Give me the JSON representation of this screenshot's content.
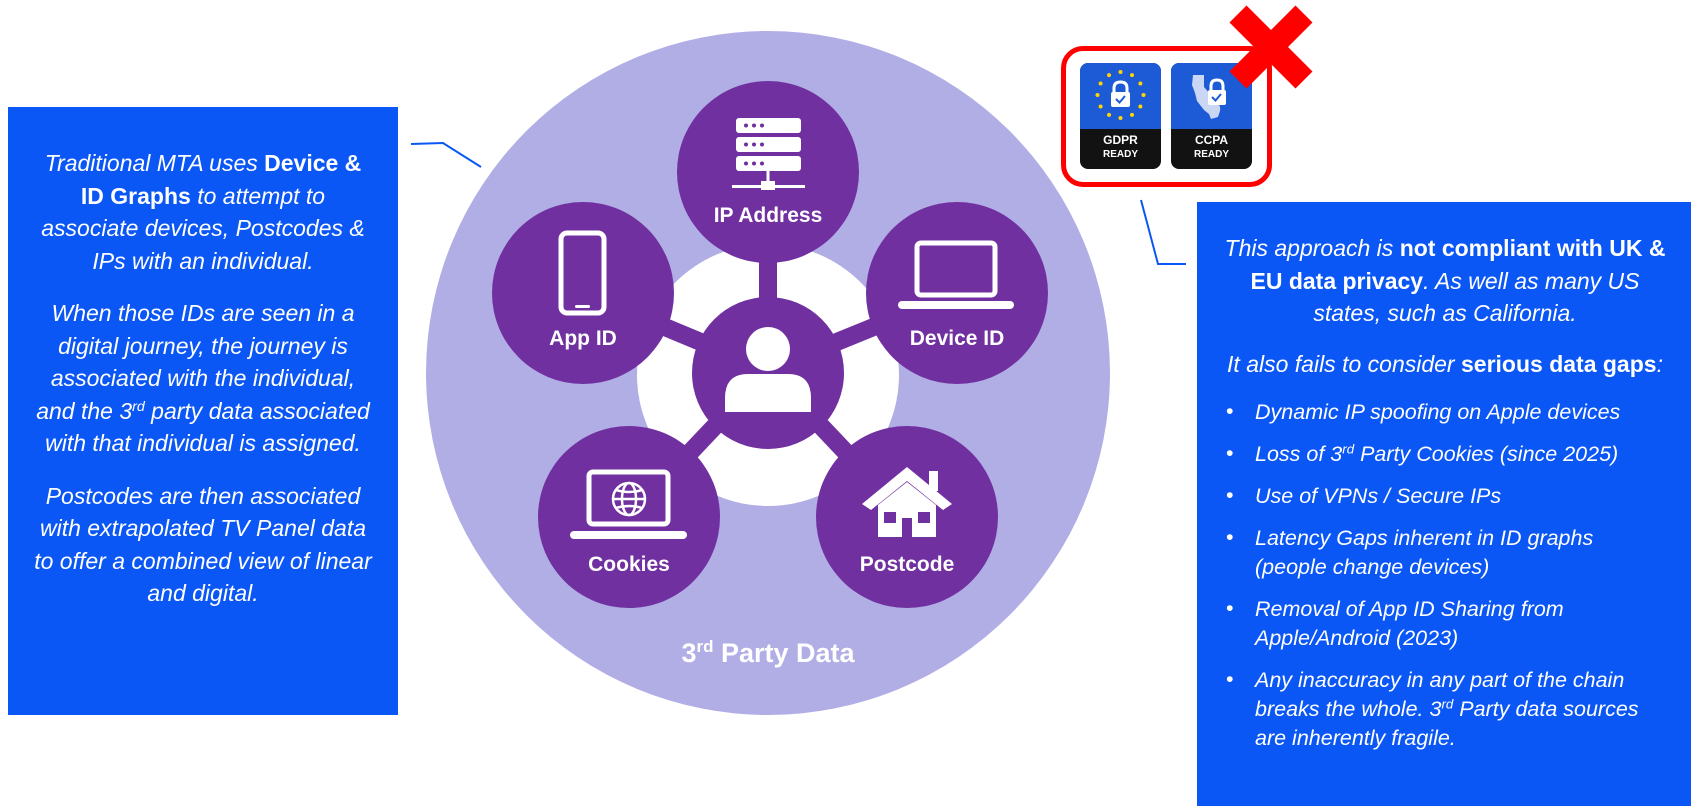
{
  "left_panel": {
    "p1": {
      "a": "Traditional MTA uses ",
      "b": "Device & ID Graphs",
      "c": " to attempt to associate devices, Postcodes & IPs with an individual."
    },
    "p2": {
      "a": "When those IDs are seen in a digital journey, the journey is associated with the individual, and the 3",
      "sup": "rd",
      "c": " party data associated with that individual is assigned."
    },
    "p3": "Postcodes are then associated with extrapolated TV Panel data to offer a combined view of linear and digital."
  },
  "diagram": {
    "nodes": [
      {
        "label": "IP Address",
        "icon": "server-icon"
      },
      {
        "label": "App ID",
        "icon": "smartphone-icon"
      },
      {
        "label": "Device ID",
        "icon": "laptop-icon"
      },
      {
        "label": "Cookies",
        "icon": "laptop-globe-icon"
      },
      {
        "label": "Postcode",
        "icon": "house-icon"
      }
    ],
    "center_icon": "person-icon",
    "footer": {
      "main": "3",
      "sup": "rd",
      "rest": " Party Data"
    },
    "colors": {
      "outer_circle": "#b1aee6",
      "node": "#7030a0",
      "panel": "#0b57f5"
    }
  },
  "badges": [
    {
      "name": "GDPR",
      "status": "READY",
      "icon": "eu-stars-lock-icon"
    },
    {
      "name": "CCPA",
      "status": "READY",
      "icon": "california-lock-icon"
    }
  ],
  "right_panel": {
    "p1": {
      "a": "This approach is ",
      "b": "not compliant with UK & EU data privacy",
      "c": ". As well as many US states, such as California."
    },
    "p2": {
      "a": "It also fails to consider ",
      "b": "serious data gaps",
      "c": ":"
    },
    "bullets": [
      "Dynamic IP spoofing on Apple devices",
      {
        "a": "Loss of 3",
        "sup": "rd",
        "c": " Party Cookies (since 2025)"
      },
      "Use of VPNs / Secure IPs",
      "Latency Gaps inherent in ID graphs (people change devices)",
      "Removal of App ID Sharing from Apple/Android (2023)",
      {
        "a": "Any inaccuracy in any part of the chain breaks the whole. 3",
        "sup": "rd",
        "c": " Party data sources are inherently fragile."
      }
    ],
    "bullet_char": "•"
  }
}
